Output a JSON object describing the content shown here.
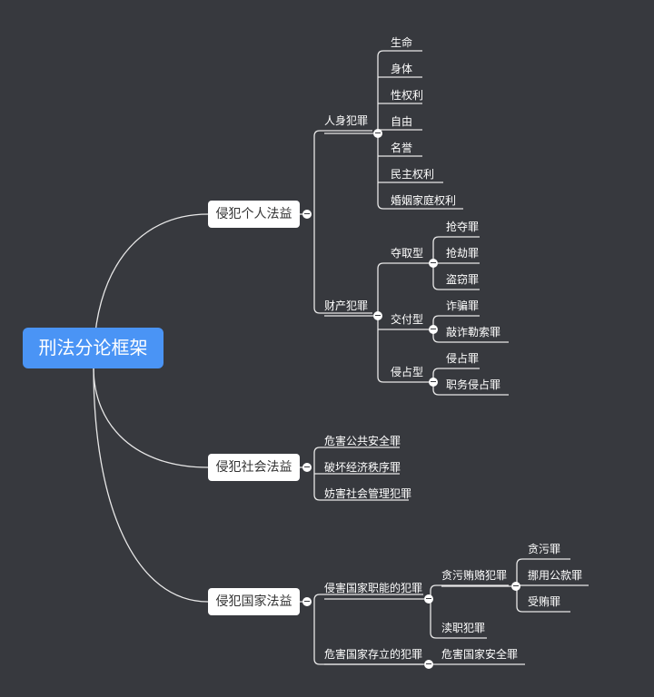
{
  "root": "刑法分论框架",
  "branches": {
    "personal": {
      "label": "侵犯个人法益",
      "person": {
        "label": "人身犯罪",
        "items": [
          "生命",
          "身体",
          "性权利",
          "自由",
          "名誉",
          "民主权利",
          "婚姻家庭权利"
        ]
      },
      "property": {
        "label": "财产犯罪",
        "seize": {
          "label": "夺取型",
          "items": [
            "抢夺罪",
            "抢劫罪",
            "盗窃罪"
          ]
        },
        "deliver": {
          "label": "交付型",
          "items": [
            "诈骗罪",
            "敲诈勒索罪"
          ]
        },
        "occupy": {
          "label": "侵占型",
          "items": [
            "侵占罪",
            "职务侵占罪"
          ]
        }
      }
    },
    "social": {
      "label": "侵犯社会法益",
      "items": [
        "危害公共安全罪",
        "破坏经济秩序罪",
        "妨害社会管理犯罪"
      ]
    },
    "state": {
      "label": "侵犯国家法益",
      "functions": {
        "label": "侵害国家职能的犯罪",
        "corruption": {
          "label": "贪污贿赂犯罪",
          "items": [
            "贪污罪",
            "挪用公款罪",
            "受贿罪"
          ]
        },
        "dereliction": "渎职犯罪"
      },
      "existence": {
        "label": "危害国家存立的犯罪",
        "items": [
          "危害国家安全罪"
        ]
      }
    }
  }
}
